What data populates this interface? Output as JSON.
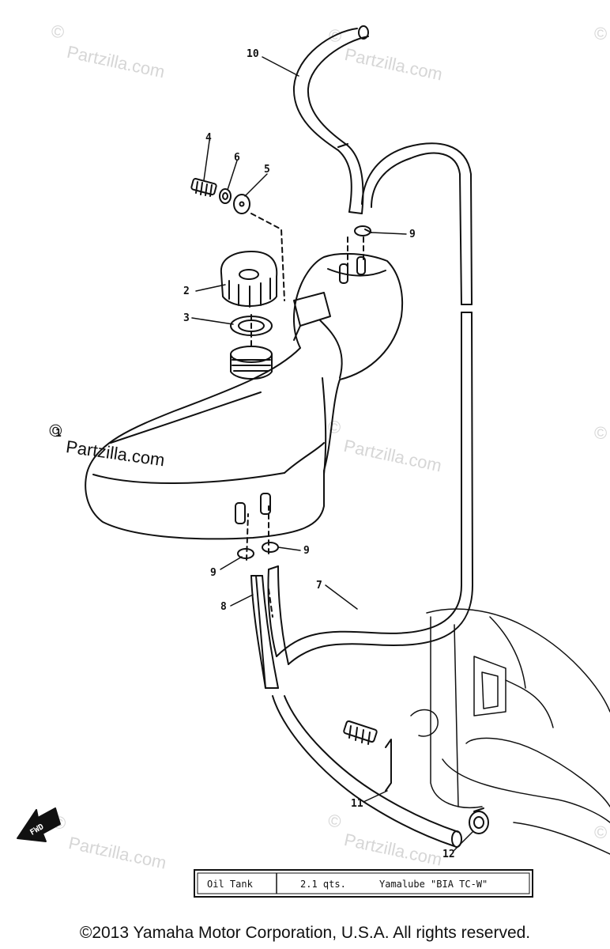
{
  "watermarks": {
    "brand": "Partzilla.com"
  },
  "callouts": {
    "n1": "1",
    "n2": "2",
    "n3": "3",
    "n4": "4",
    "n5": "5",
    "n6": "6",
    "n7": "7",
    "n8": "8",
    "n9a": "9",
    "n9b": "9",
    "n9c": "9",
    "n10": "10",
    "n11": "11",
    "n12": "12"
  },
  "fwd_label": "FWD",
  "spec_table": {
    "item": "Oil Tank",
    "capacity": "2.1 qts.",
    "oil": "Yamalube \"BIA TC-W\""
  },
  "copyright": "©2013 Yamaha Motor Corporation, U.S.A. All rights reserved.",
  "colors": {
    "ink": "#111111",
    "watermark": "#d6d6d6",
    "background": "#ffffff"
  }
}
